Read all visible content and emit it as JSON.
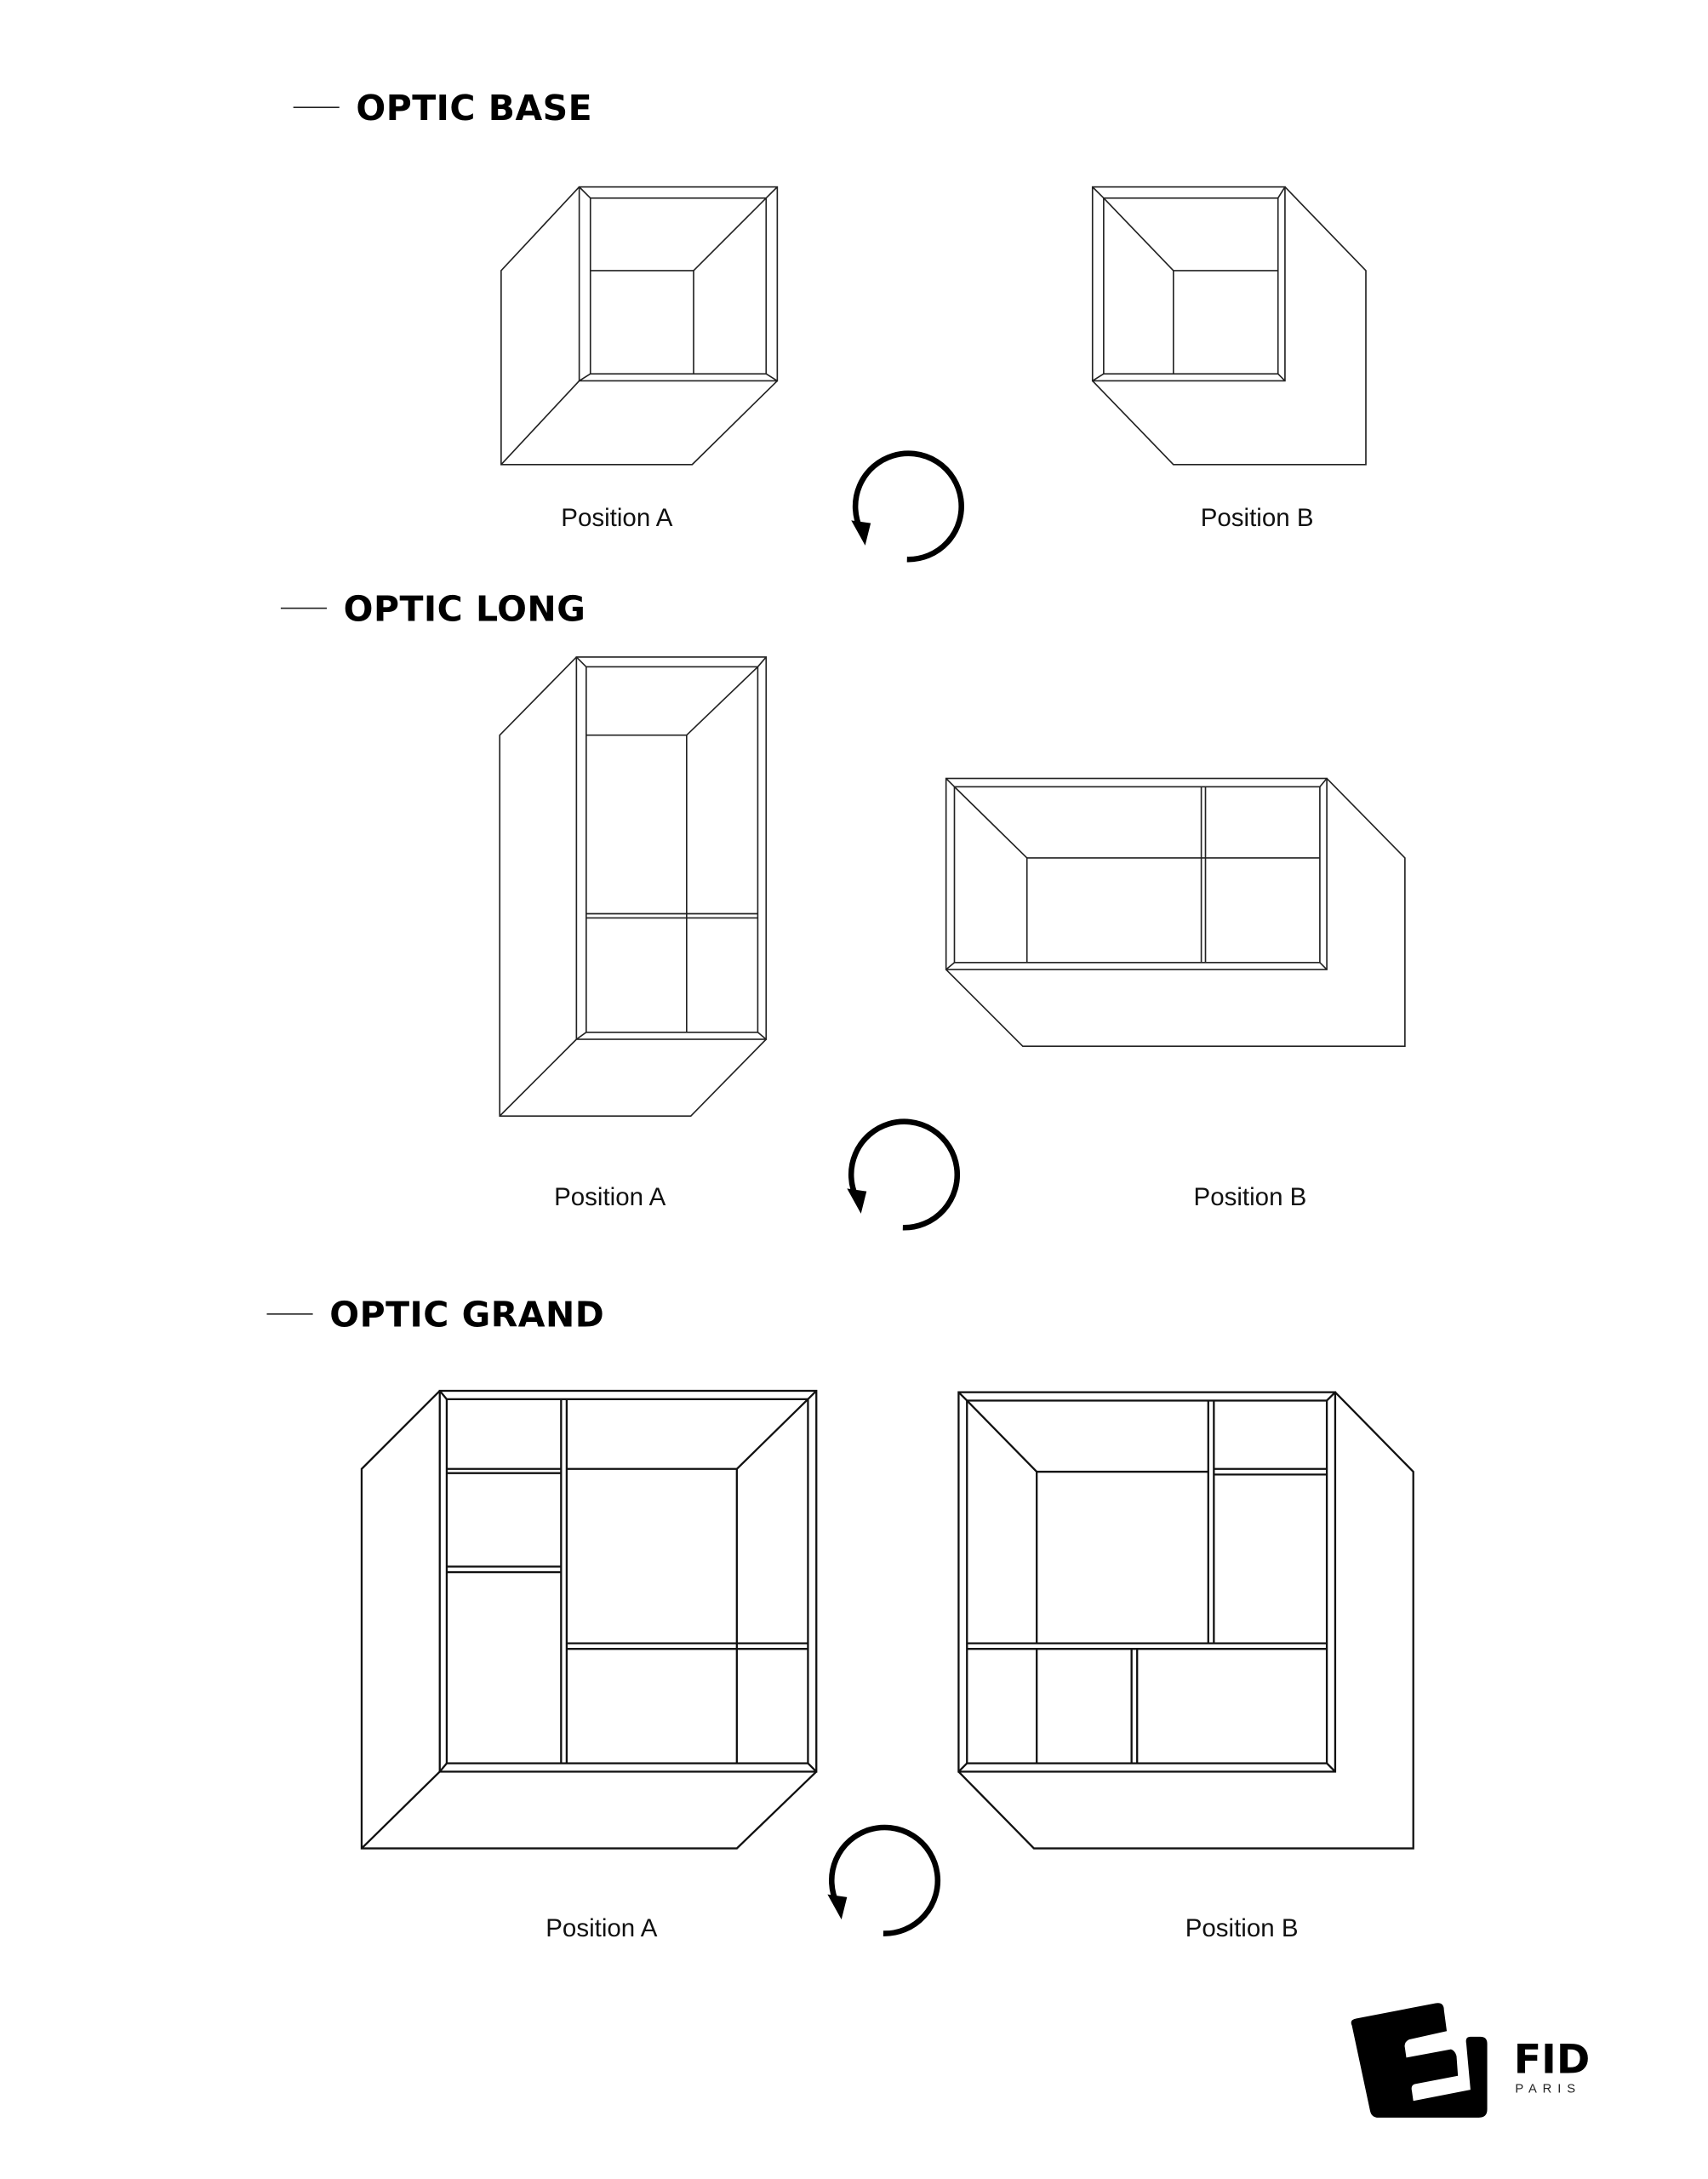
{
  "sections": [
    {
      "title": "OPTIC BASE",
      "position_a": "Position A",
      "position_b": "Position B"
    },
    {
      "title": "OPTIC LONG",
      "position_a": "Position A",
      "position_b": "Position B"
    },
    {
      "title": "OPTIC GRAND",
      "position_a": "Position A",
      "position_b": "Position B"
    }
  ],
  "logo": {
    "name": "FID",
    "city": "PARIS"
  },
  "icons": {
    "rotate": "rotate-counterclockwise-icon"
  },
  "colors": {
    "ink": "#000000",
    "background": "#ffffff"
  }
}
